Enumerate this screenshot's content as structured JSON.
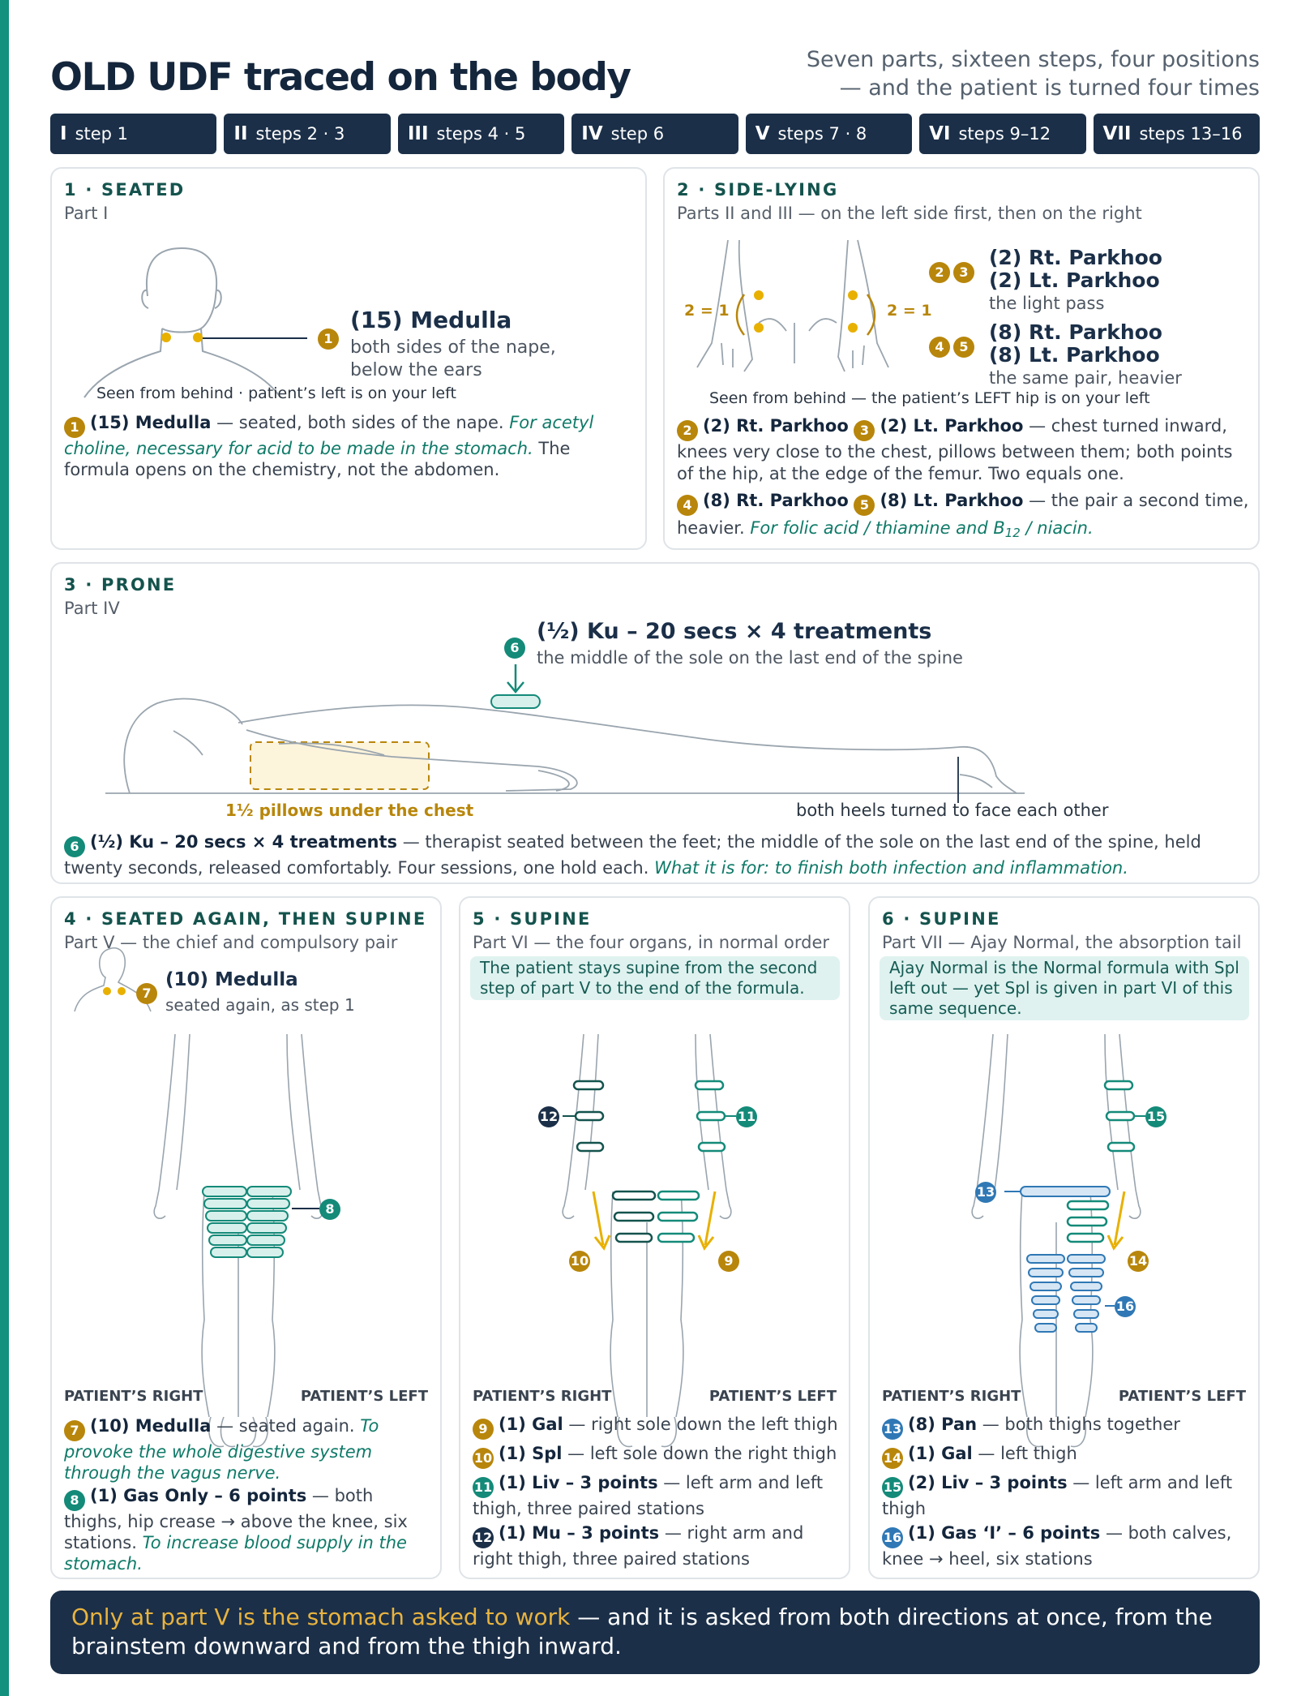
{
  "title": "OLD UDF traced on the body",
  "subtitle": [
    "Seven parts, sixteen steps, four positions",
    "— and the patient is turned four times"
  ],
  "tabs": [
    {
      "num": "I",
      "label": "step 1"
    },
    {
      "num": "II",
      "label": "steps 2 · 3"
    },
    {
      "num": "III",
      "label": "steps 4 · 5"
    },
    {
      "num": "IV",
      "label": "step 6"
    },
    {
      "num": "V",
      "label": "steps 7 · 8"
    },
    {
      "num": "VI",
      "label": "steps 9–12"
    },
    {
      "num": "VII",
      "label": "steps 13–16"
    }
  ],
  "p1": {
    "head": "1 · SEATED",
    "sub": "Part I",
    "num": "1",
    "big": "(15) Medulla",
    "desc": [
      "both sides of the nape,",
      "below the ears"
    ],
    "caption": "Seen from behind · patient’s left is on your left",
    "step": {
      "num": "1",
      "name": "(15) Medulla",
      "text": " — seated, both sides of the nape. ",
      "ital": "For acetyl choline, necessary for acid to be made in the stomach.",
      "after": " The formula opens on the chemistry, not the abdomen."
    }
  },
  "p2": {
    "head": "2 · SIDE-LYING",
    "sub": "Parts II and III — on the left side first, then on the right",
    "eq": "2 = 1",
    "pairA": {
      "n1": "2",
      "n2": "3",
      "l1": "(2) Rt. Parkhoo",
      "l2": "(2) Lt. Parkhoo",
      "d": "the light pass"
    },
    "pairB": {
      "n1": "4",
      "n2": "5",
      "l1": "(8) Rt. Parkhoo",
      "l2": "(8) Lt. Parkhoo",
      "d": "the same pair, heavier"
    },
    "caption": "Seen from behind — the patient’s LEFT hip is on your left",
    "stepA": {
      "n1": "2",
      "name1": "(2) Rt. Parkhoo",
      "n2": "3",
      "name2": "(2) Lt. Parkhoo",
      "text": " — chest turned inward, knees very close to the chest, pillows between them; both points of the hip, at the edge of the femur. Two equals one."
    },
    "stepB": {
      "n1": "4",
      "name1": "(8) Rt. Parkhoo",
      "n2": "5",
      "name2": "(8) Lt. Parkhoo",
      "text": " — the pair a second time, heavier. ",
      "ital": "For folic acid / thiamine and B",
      "sub": "12",
      "ital2": " / niacin."
    }
  },
  "p3": {
    "head": "3 · PRONE",
    "sub": "Part IV",
    "num": "6",
    "big": "(½) Ku – 20 secs × 4 treatments",
    "desc": "the middle of the sole on the last end of the spine",
    "pillow": "1½ pillows under the chest",
    "heels": "both heels turned to face each other",
    "step": {
      "num": "6",
      "name": "(½) Ku – 20 secs × 4 treatments",
      "text": " — therapist seated between the feet; the middle of the sole on the last end of the spine, held twenty seconds, released comfortably. Four sessions, one hold each. ",
      "ital": "What it is for: to finish both infection and inflammation."
    }
  },
  "p4": {
    "head": "4 · SEATED AGAIN, THEN SUPINE",
    "sub": "Part V — the chief and compulsory pair",
    "num7": "7",
    "big": "(10) Medulla",
    "desc": "seated again, as step 1",
    "num8": "8",
    "left": "PATIENT’S RIGHT",
    "right": "PATIENT’S LEFT",
    "s7": {
      "num": "7",
      "name": "(10) Medulla",
      "text": " — seated again. ",
      "ital": "To provoke the whole digestive system through the vagus nerve."
    },
    "s8": {
      "num": "8",
      "name": "(1) Gas Only – 6 points",
      "text": " — both thighs, hip crease → above the knee, six stations. ",
      "ital": "To increase blood supply in the stomach."
    }
  },
  "p5": {
    "head": "5 · SUPINE",
    "sub": "Part VI — the four organs, in normal order",
    "note": "The patient stays supine from the second step of part V to the end of the formula.",
    "n9": "9",
    "n10": "10",
    "n11": "11",
    "n12": "12",
    "left": "PATIENT’S RIGHT",
    "right": "PATIENT’S LEFT",
    "s9": {
      "num": "9",
      "name": "(1) Gal",
      "text": " — right sole down the left thigh"
    },
    "s10": {
      "num": "10",
      "name": "(1) Spl",
      "text": " — left sole down the right thigh"
    },
    "s11": {
      "num": "11",
      "name": "(1) Liv – 3 points",
      "text": " — left arm and left thigh, three paired stations"
    },
    "s12": {
      "num": "12",
      "name": "(1) Mu – 3 points",
      "text": " — right arm and right thigh, three paired stations"
    }
  },
  "p6": {
    "head": "6 · SUPINE",
    "sub": "Part VII — Ajay Normal, the absorption tail",
    "note": "Ajay Normal is the Normal formula with Spl left out — yet Spl is given in part VI of this same sequence.",
    "n13": "13",
    "n14": "14",
    "n15": "15",
    "n16": "16",
    "left": "PATIENT’S RIGHT",
    "right": "PATIENT’S LEFT",
    "s13": {
      "num": "13",
      "name": "(8) Pan",
      "text": " — both thighs together"
    },
    "s14": {
      "num": "14",
      "name": "(1) Gal",
      "text": " — left thigh"
    },
    "s15": {
      "num": "15",
      "name": "(2) Liv – 3 points",
      "text": " — left arm and left thigh"
    },
    "s16": {
      "num": "16",
      "name": "(1) Gas ‘I’ – 6 points",
      "text": " — both calves, knee → heel, six stations"
    }
  },
  "banner": {
    "hl": "Only at part V is the stomach asked to work",
    "rest": " — and it is asked from both directions at once, from the brainstem downward and from the thigh inward."
  },
  "colors": {
    "teal": "#148a79",
    "gold": "#b8860b",
    "navy": "#1b2f48",
    "blue": "#2f78b5",
    "note_bg": "#dff2ef"
  }
}
